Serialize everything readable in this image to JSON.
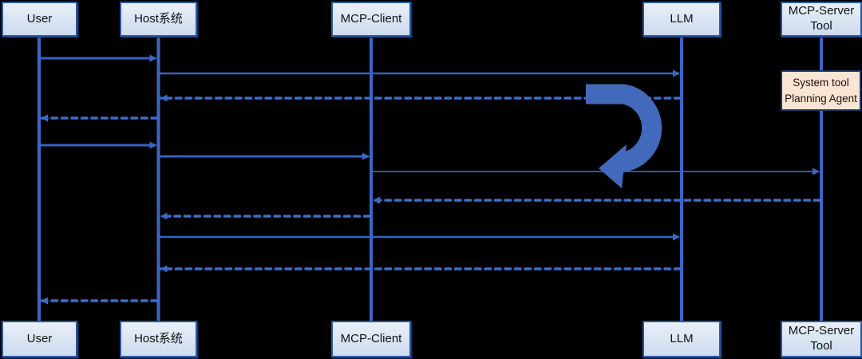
{
  "diagram": {
    "type": "sequence-diagram",
    "background": "#000000",
    "colors": {
      "box_fill": "#dbe6f3",
      "box_border": "#2b57a5",
      "lifeline": "#3a67c6",
      "solid_message": "#3562c4",
      "dashed_message": "#3f6bce",
      "curved_arrow": "#4269bb",
      "note_fill": "#fae4d4",
      "note_border": "#17365d",
      "text": "#111111"
    },
    "participants": [
      {
        "id": "user",
        "label": "User"
      },
      {
        "id": "host",
        "label": "Host系统"
      },
      {
        "id": "mcp-client",
        "label": "MCP-Client"
      },
      {
        "id": "llm",
        "label": "LLM"
      },
      {
        "id": "mcp-server-tool",
        "label": "MCP-Server Tool"
      }
    ],
    "note": {
      "label": "System tool Planning Agent",
      "attached_to": "mcp-server-tool"
    },
    "messages": [
      {
        "from": "user",
        "to": "host",
        "style": "solid"
      },
      {
        "from": "host",
        "to": "llm",
        "style": "solid"
      },
      {
        "from": "llm",
        "to": "host",
        "style": "dashed"
      },
      {
        "from": "host",
        "to": "user",
        "style": "dashed"
      },
      {
        "from": "user",
        "to": "host",
        "style": "solid"
      },
      {
        "from": "host",
        "to": "mcp-client",
        "style": "solid"
      },
      {
        "from": "mcp-client",
        "to": "mcp-server-tool",
        "style": "solid"
      },
      {
        "from": "mcp-server-tool",
        "to": "mcp-client",
        "style": "dashed"
      },
      {
        "from": "mcp-client",
        "to": "host",
        "style": "dashed"
      },
      {
        "from": "host",
        "to": "llm",
        "style": "solid"
      },
      {
        "from": "llm",
        "to": "host",
        "style": "dashed"
      },
      {
        "from": "host",
        "to": "user",
        "style": "dashed"
      }
    ]
  }
}
